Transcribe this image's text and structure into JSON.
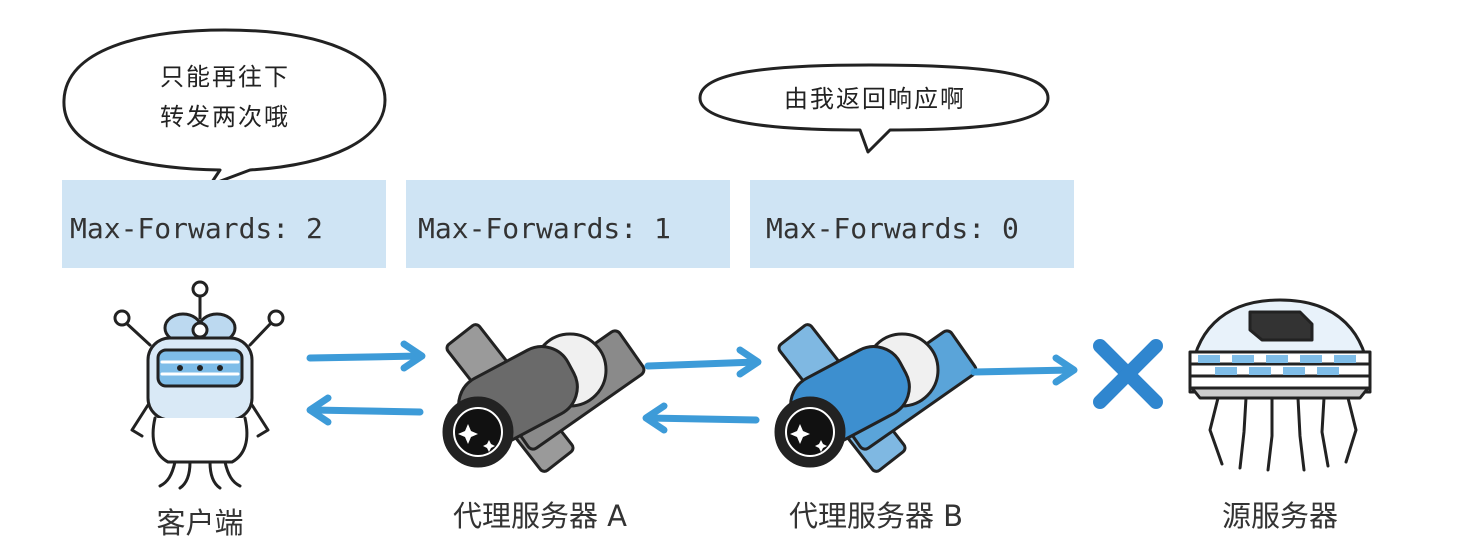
{
  "bubbles": {
    "client": {
      "line1": "只能再往下",
      "line2": "转发两次哦"
    },
    "proxy_b": {
      "text": "由我返回响应啊"
    }
  },
  "max_forwards": [
    {
      "text": "Max-Forwards: 2"
    },
    {
      "text": "Max-Forwards: 1"
    },
    {
      "text": "Max-Forwards: 0"
    }
  ],
  "nodes": {
    "client": "客户端",
    "proxy_a": "代理服务器 A",
    "proxy_b": "代理服务器 B",
    "origin": "源服务器"
  },
  "colors": {
    "box_fill": "#cfe4f4",
    "arrow_blue": "#3d9bd8",
    "cross_blue": "#2f86cf",
    "outline": "#222222"
  },
  "icons": {
    "client": "robot-client-icon",
    "proxy_a": "satellite-gray-icon",
    "proxy_b": "satellite-blue-icon",
    "origin": "jellyfish-server-icon",
    "blocked": "cross-x-icon"
  }
}
